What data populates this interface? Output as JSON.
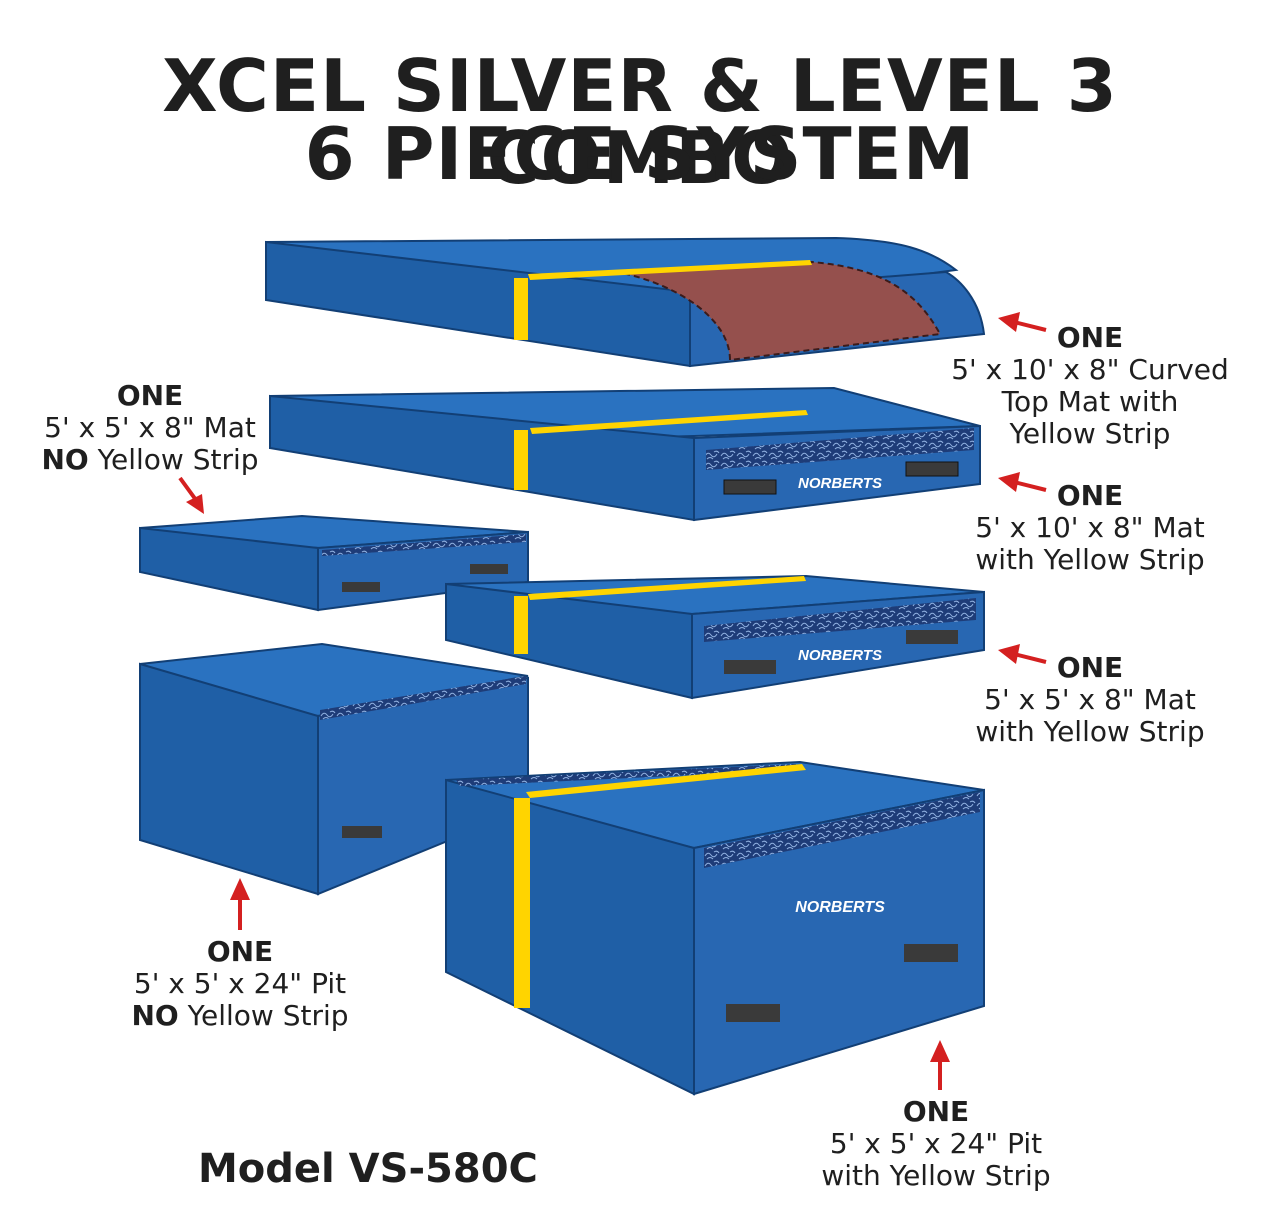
{
  "title": {
    "line1": "XCEL SILVER & LEVEL 3 COMBO",
    "line2": "6 PIECE SYSTEM"
  },
  "brand": "NORBERTS",
  "colors": {
    "mat_top": "#2a72c0",
    "mat_side": "#1f5fa6",
    "mat_dark": "#174d8c",
    "strip": "#ffd400",
    "curve_panel": "#95504d",
    "arrow": "#d42020",
    "handle": "#3a3a3a"
  },
  "labels": {
    "curved": {
      "head": "ONE",
      "line1": "5' x 10' x 8\" Curved",
      "line2": "Top Mat with",
      "line3": "Yellow Strip"
    },
    "mat10": {
      "head": "ONE",
      "line1": "5' x 10' x 8\" Mat",
      "line2": "with Yellow Strip"
    },
    "mat5_yes": {
      "head": "ONE",
      "line1": "5' x 5' x 8\" Mat",
      "line2": "with Yellow Strip"
    },
    "mat5_no": {
      "head": "ONE",
      "line1": "5' x 5' x 8\" Mat",
      "no": "NO",
      "line2": " Yellow Strip"
    },
    "pit_no": {
      "head": "ONE",
      "line1": "5' x 5' x 24\" Pit",
      "no": "NO",
      "line2": " Yellow Strip"
    },
    "pit_yes": {
      "head": "ONE",
      "line1": "5' x 5' x 24\" Pit",
      "line2": "with Yellow Strip"
    }
  },
  "model": "Model VS-580C"
}
